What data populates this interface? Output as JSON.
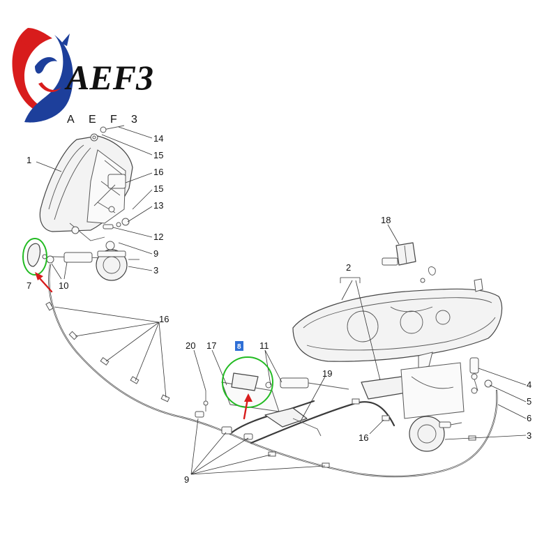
{
  "logo": {
    "main_text": "AEF3",
    "sub_letters": [
      "A",
      "E",
      "F",
      "3"
    ],
    "colors": {
      "red": "#d81c1c",
      "blue": "#1d3f9b"
    }
  },
  "callouts": {
    "c1": "1",
    "c14": "14",
    "c15a": "15",
    "c16a": "16",
    "c15b": "15",
    "c13": "13",
    "c12": "12",
    "c9a": "9",
    "c3a": "3",
    "c7": "7",
    "c10": "10",
    "c16b": "16",
    "c18": "18",
    "c2": "2",
    "c20": "20",
    "c17": "17",
    "c8": "8",
    "c11": "11",
    "c19": "19",
    "c4": "4",
    "c5": "5",
    "c6": "6",
    "c16c": "16",
    "c3b": "3",
    "c9b": "9"
  },
  "highlight_colors": {
    "circle": "#22bb22",
    "arrow": "#d81c1c"
  }
}
